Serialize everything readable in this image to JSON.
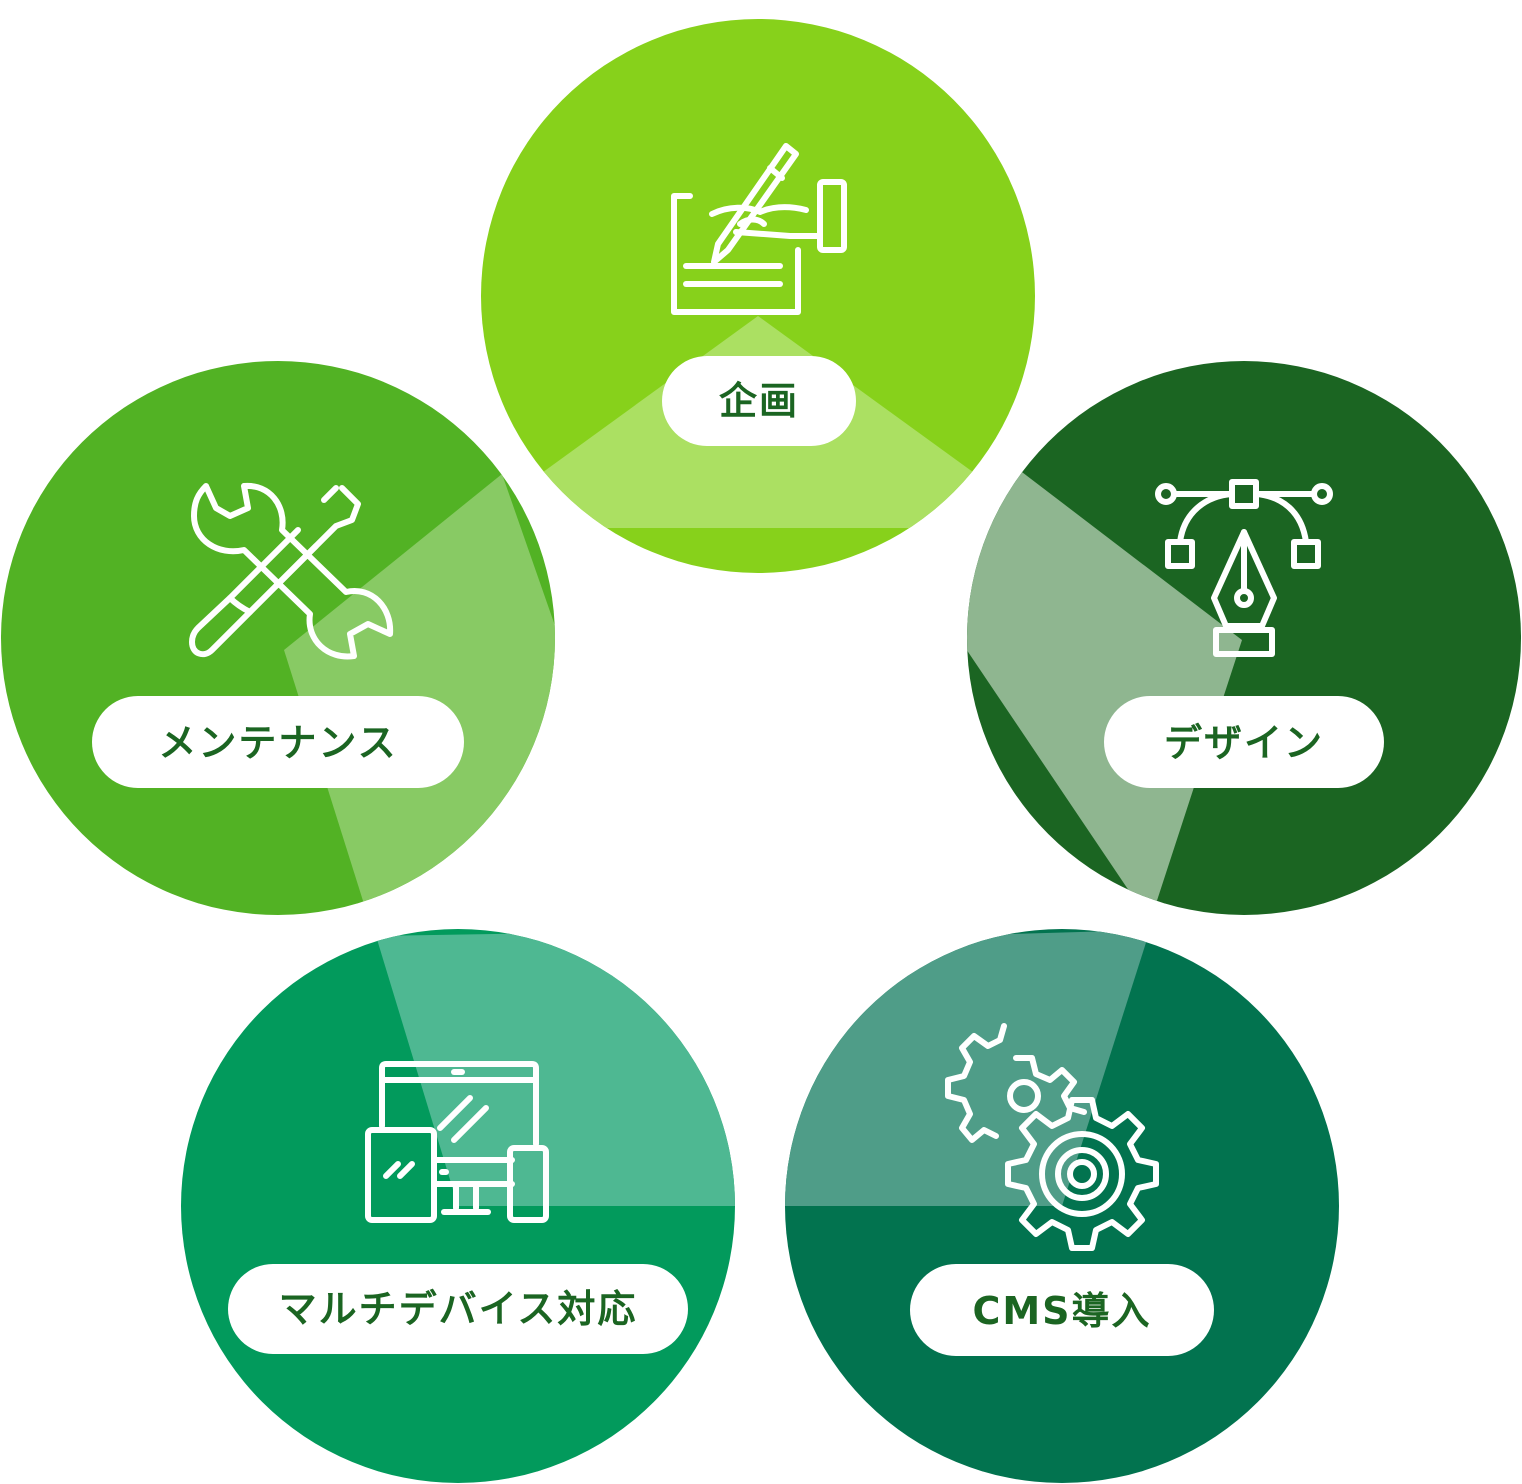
{
  "colors": {
    "background": "#ffffff",
    "label_text": "#1b6522",
    "pill_fill": "#ffffff",
    "icon_stroke": "#ffffff"
  },
  "nodes": [
    {
      "id": "planning",
      "label": "企画",
      "icon": "hand-writing-icon",
      "color": "#87d11b",
      "overlay": "#abe062"
    },
    {
      "id": "design",
      "label": "デザイン",
      "icon": "pen-tool-icon",
      "color": "#1b6522",
      "overlay": "#8fb690"
    },
    {
      "id": "cms",
      "label": "CMS導入",
      "icon": "gears-icon",
      "color": "#02734f",
      "overlay": "#4f9d88"
    },
    {
      "id": "multidevice",
      "label": "マルチデバイス対応",
      "icon": "devices-icon",
      "color": "#029a5c",
      "overlay": "#4eb892"
    },
    {
      "id": "maintenance",
      "label": "メンテナンス",
      "icon": "wrench-screwdriver-icon",
      "color": "#52b224",
      "overlay": "#88ca64"
    }
  ]
}
